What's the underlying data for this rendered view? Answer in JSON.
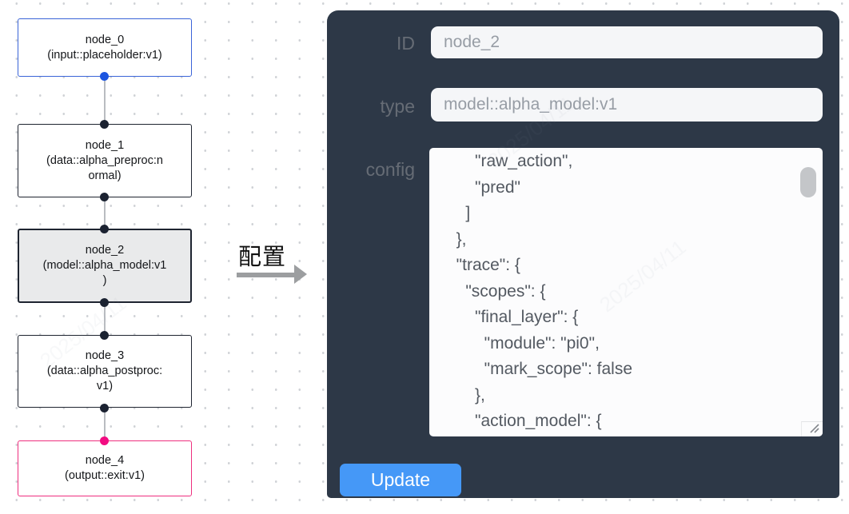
{
  "canvas": {
    "nodes": [
      {
        "id": "node_0",
        "label": "node_0\n(input::placeholder:v1)",
        "kind": "input"
      },
      {
        "id": "node_1",
        "label": "node_1\n(data::alpha_preproc:n\normal)",
        "kind": "data"
      },
      {
        "id": "node_2",
        "label": "node_2\n(model::alpha_model:v1\n)",
        "kind": "model",
        "selected": true
      },
      {
        "id": "node_3",
        "label": "node_3\n(data::alpha_postproc:\nv1)",
        "kind": "data"
      },
      {
        "id": "node_4",
        "label": "node_4\n(output::exit:v1)",
        "kind": "output"
      }
    ],
    "edges": [
      "node_0-node_1",
      "node_1-node_2",
      "node_2-node_3",
      "node_3-node_4"
    ]
  },
  "transfer": {
    "label": "配置"
  },
  "panel": {
    "id_label": "ID",
    "id_value": "node_2",
    "type_label": "type",
    "type_value": "model::alpha_model:v1",
    "config_label": "config",
    "config_value": "      \"raw_action\",\n      \"pred\"\n    ]\n  },\n  \"trace\": {\n    \"scopes\": {\n      \"final_layer\": {\n        \"module\": \"pi0\",\n        \"mark_scope\": false\n      },\n      \"action_model\": {",
    "update_label": "Update"
  },
  "watermark": {
    "text": "2025/04/11"
  },
  "colors": {
    "panel_bg": "#2d3847",
    "button_blue": "#4598f7",
    "input_node_accent": "#3a64d8",
    "output_node_accent": "#ee2f7f",
    "selected_node_bg": "#e9eaeb",
    "edge_gray": "#b9bcc1"
  }
}
